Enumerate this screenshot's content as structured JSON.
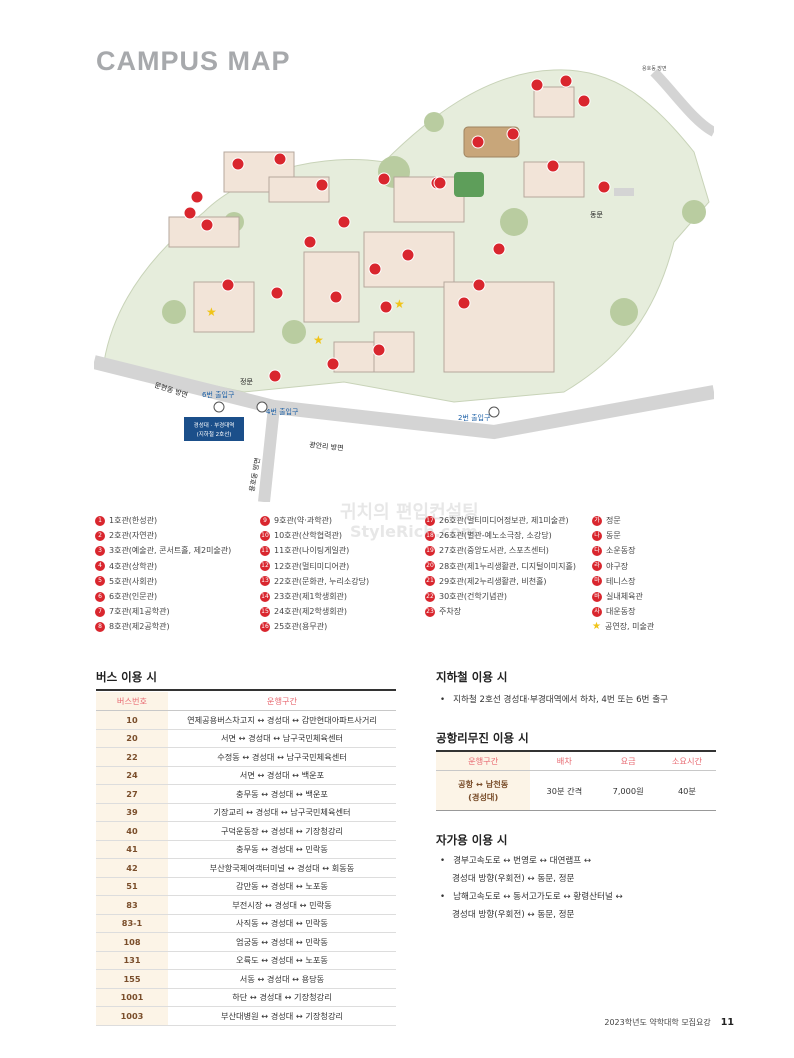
{
  "title": "CAMPUS MAP",
  "map_labels": {
    "gate_main": "정문",
    "gate_east": "동문",
    "exit6": "6번 출입구",
    "exit4": "4번 출입구",
    "exit2": "2번 출입구",
    "station": "경성대 · 부경대역\n(지하철 2호선)",
    "road_munhyeon": "문현동 방면",
    "road_gwangalli": "광안리 방면",
    "road_yongho": "용호동 방면",
    "road_top": "용호동 방면"
  },
  "legend": {
    "col1": [
      {
        "badge": "1",
        "text": "1호관(한성관)"
      },
      {
        "badge": "2",
        "text": "2호관(자연관)"
      },
      {
        "badge": "3",
        "text": "3호관(예술관, 콘서트홀, 제2미술관)"
      },
      {
        "badge": "4",
        "text": "4호관(상학관)"
      },
      {
        "badge": "5",
        "text": "5호관(사회관)"
      },
      {
        "badge": "6",
        "text": "6호관(인문관)"
      },
      {
        "badge": "7",
        "text": "7호관(제1공학관)"
      },
      {
        "badge": "8",
        "text": "8호관(제2공학관)"
      }
    ],
    "col2": [
      {
        "badge": "9",
        "text": "9호관(약·과학관)"
      },
      {
        "badge": "10",
        "text": "10호관(산학협력관)"
      },
      {
        "badge": "11",
        "text": "11호관(나이팅게일관)"
      },
      {
        "badge": "12",
        "text": "12호관(멀티미디어관)"
      },
      {
        "badge": "13",
        "text": "22호관(문화관, 누리소강당)"
      },
      {
        "badge": "14",
        "text": "23호관(제1학생회관)"
      },
      {
        "badge": "15",
        "text": "24호관(제2학생회관)"
      },
      {
        "badge": "16",
        "text": "25호관(용무관)"
      }
    ],
    "col3": [
      {
        "badge": "17",
        "text": "26호관(멀티미디어정보관, 제1미술관)"
      },
      {
        "badge": "18",
        "text": "26호관(별관-예노소극장, 소강당)"
      },
      {
        "badge": "19",
        "text": "27호관(중앙도서관, 스포츠센터)"
      },
      {
        "badge": "20",
        "text": "28호관(제1누리생활관, 디지털이미지홀)"
      },
      {
        "badge": "21",
        "text": "29호관(제2누리생활관, 비천홀)"
      },
      {
        "badge": "22",
        "text": "30호관(건학기념관)"
      },
      {
        "badge": "23",
        "text": "주차장"
      }
    ],
    "col4": [
      {
        "badge": "가",
        "text": "정문"
      },
      {
        "badge": "나",
        "text": "동문"
      },
      {
        "badge": "다",
        "text": "소운동장"
      },
      {
        "badge": "라",
        "text": "야구장"
      },
      {
        "badge": "마",
        "text": "테니스장"
      },
      {
        "badge": "바",
        "text": "실내체육관"
      },
      {
        "badge": "사",
        "text": "대운동장"
      },
      {
        "badge": "★",
        "text": "공연장, 미술관"
      }
    ]
  },
  "bus": {
    "heading": "버스 이용 시",
    "headers": [
      "버스번호",
      "운행구간"
    ],
    "rows": [
      [
        "10",
        "연제공용버스차고지 ↔ 경성대 ↔ 감만현대아파트사거리"
      ],
      [
        "20",
        "서면 ↔ 경성대 ↔ 남구국민체육센터"
      ],
      [
        "22",
        "수정동 ↔ 경성대 ↔ 남구국민체육센터"
      ],
      [
        "24",
        "서면 ↔ 경성대 ↔ 백운포"
      ],
      [
        "27",
        "충무동 ↔ 경성대 ↔ 백운포"
      ],
      [
        "39",
        "기장교리 ↔ 경성대 ↔ 남구국민체육센터"
      ],
      [
        "40",
        "구덕운동장 ↔ 경성대 ↔ 기장청강리"
      ],
      [
        "41",
        "충무동 ↔ 경성대 ↔ 민락동"
      ],
      [
        "42",
        "부산항국제여객터미널 ↔ 경성대 ↔ 회동동"
      ],
      [
        "51",
        "감만동 ↔ 경성대 ↔ 노포동"
      ],
      [
        "83",
        "부전시장 ↔ 경성대 ↔ 민락동"
      ],
      [
        "83-1",
        "사직동 ↔ 경성대 ↔ 민락동"
      ],
      [
        "108",
        "엄궁동 ↔ 경성대 ↔ 민락동"
      ],
      [
        "131",
        "오륙도 ↔ 경성대 ↔ 노포동"
      ],
      [
        "155",
        "서동 ↔ 경성대 ↔ 용당동"
      ],
      [
        "1001",
        "하단 ↔ 경성대 ↔ 기장청강리"
      ],
      [
        "1003",
        "부산대병원 ↔ 경성대 ↔ 기장청강리"
      ]
    ]
  },
  "subway": {
    "heading": "지하철 이용 시",
    "items": [
      "지하철 2호선 경성대·부경대역에서 하차, 4번 또는 6번 출구"
    ]
  },
  "limousine": {
    "heading": "공항리무진 이용 시",
    "headers": [
      "운행구간",
      "배차",
      "요금",
      "소요시간"
    ],
    "row": {
      "route_line1": "공항 ↔ 남천동",
      "route_line2": "(경성대)",
      "interval": "30분 간격",
      "fare": "7,000원",
      "duration": "40분"
    }
  },
  "car": {
    "heading": "자가용 이용 시",
    "items": [
      {
        "line1": "경부고속도로 ↔ 번영로 ↔ 대연램프 ↔",
        "line2": "경성대 방향(우회전) ↔ 동문, 정문"
      },
      {
        "line1": "남해고속도로 ↔ 동서고가도로 ↔ 황령산터널 ↔",
        "line2": "경성대 방향(우회전) ↔ 동문, 정문"
      }
    ]
  },
  "footer": {
    "text": "2023학년도 약학대학 모집요강",
    "page": "11"
  },
  "watermark": {
    "line1": "귀치의 편입컨설팅",
    "line2": "StyleRich.com"
  },
  "colors": {
    "accent_red": "#d9262e",
    "header_pink": "#e86b73",
    "num_brown": "#7a4e2b",
    "cell_cream": "#fcf4e7"
  }
}
